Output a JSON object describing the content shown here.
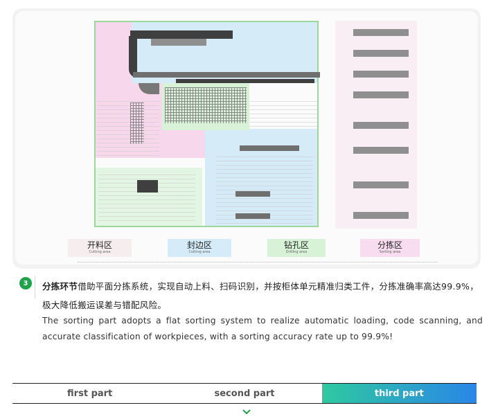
{
  "diagram": {
    "zones": [
      {
        "name_zh": "开料区",
        "name_en": "Cutting area",
        "color": "#f7d7ec"
      },
      {
        "name_zh": "封边区",
        "name_en": "Cutting area",
        "color": "#d5ebf7"
      },
      {
        "name_zh": "钻孔区",
        "name_en": "Drilling area",
        "color": "#d7f2d7"
      },
      {
        "name_zh": "分拣区",
        "name_en": "Sorting area",
        "color": "#f8dcef"
      }
    ]
  },
  "section": {
    "number": "3",
    "title_zh": "分拣环节",
    "body_zh": "借助平面分拣系统，实现自动上料、扫码识别，并按柜体单元精准归类工件，分拣准确率高达99.9%，极大降低搬运误差与错配风险。",
    "body_en": "The sorting part adopts a flat sorting system to realize automatic loading, code scanning, and accurate classification of workpieces, with a sorting accuracy rate up to 99.9%!"
  },
  "tabs": [
    {
      "label": "first part",
      "active": false
    },
    {
      "label": "second part",
      "active": false
    },
    {
      "label": "third part",
      "active": true
    }
  ],
  "colors": {
    "accent_green": "#1fa34a",
    "tab_gradient_start": "#2ec9a0",
    "tab_gradient_end": "#2a86e8"
  },
  "icons": {
    "down": "chevron-down-icon"
  }
}
